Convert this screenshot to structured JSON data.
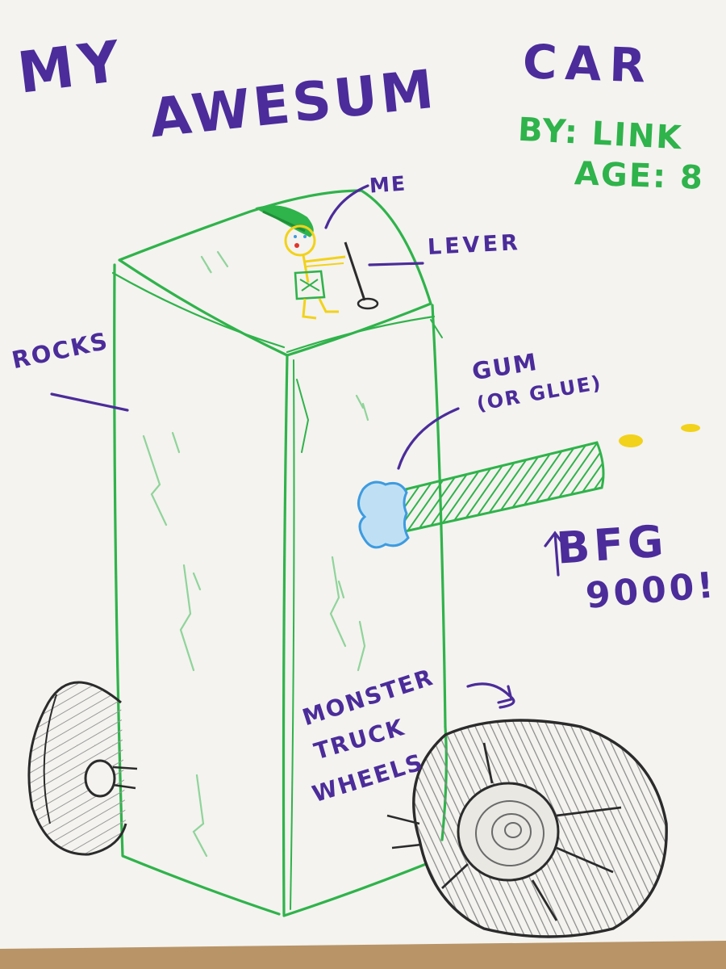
{
  "title": {
    "line1": "My",
    "line2": "Awesum",
    "line3": "Car"
  },
  "byline": "By: Link",
  "age": "Age: 8",
  "labels": {
    "me": "Me",
    "lever": "Lever",
    "rocks": "Rocks",
    "gum": "Gum",
    "gum_alt": "(or glue)",
    "bfg": "BFG",
    "bfg_number": "9000!",
    "wheels_line1": "Monster",
    "wheels_line2": "Truck",
    "wheels_line3": "Wheels"
  },
  "colors": {
    "paper": "#f4f3ef",
    "table": "#b89467",
    "crayon_purple": "#4b2c9a",
    "crayon_green": "#2fb34b",
    "crayon_light_green": "#8fd49a",
    "crayon_black": "#2b2b2b",
    "crayon_gray": "#7a7a7a",
    "crayon_yellow": "#f2d21a",
    "crayon_blue": "#3d9be0",
    "crayon_red": "#e0352b"
  }
}
